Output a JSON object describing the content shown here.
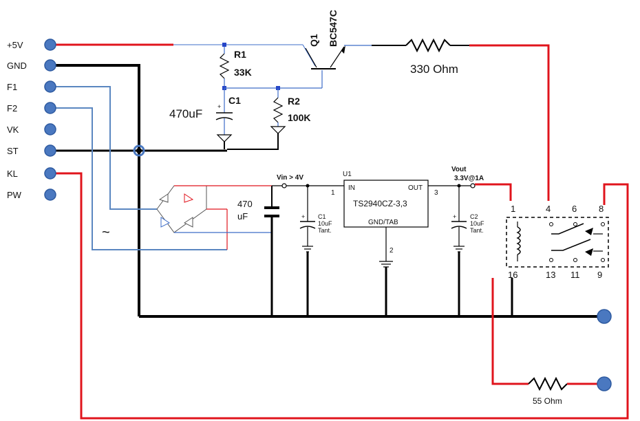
{
  "pins": [
    {
      "label": "+5V"
    },
    {
      "label": "GND"
    },
    {
      "label": "F1"
    },
    {
      "label": "F2"
    },
    {
      "label": "VK"
    },
    {
      "label": "ST"
    },
    {
      "label": "KL"
    },
    {
      "label": "PW"
    }
  ],
  "components": {
    "q1_ref": "Q1",
    "q1_part": "BC547C",
    "r_330": "330 Ohm",
    "r1_ref": "R1",
    "r1_val": "33K",
    "c1_ref": "C1",
    "c1_val": "470uF",
    "r2_ref": "R2",
    "r2_val": "100K",
    "cap_470_line1": "470",
    "cap_470_line2": "uF",
    "ac_symbol": "~",
    "vin_label": "Vin > 4V",
    "u1_ref": "U1",
    "u1_pin_in": "IN",
    "u1_pin_out": "OUT",
    "u1_pin1": "1",
    "u1_pin3": "3",
    "u1_pin2": "2",
    "u1_part": "TS2940CZ-3,3",
    "u1_gnd": "GND/TAB",
    "vout_label": "Vout",
    "vout_value": "3.3V@1A",
    "cin_ref": "C1",
    "cin_val": "10uF",
    "cin_type": "Tant.",
    "cout_ref": "C2",
    "cout_val": "10uF",
    "cout_type": "Tant.",
    "plus_sign": "+",
    "r_55": "55 Ohm"
  },
  "relay": {
    "top_pins": [
      "1",
      "4",
      "6",
      "8"
    ],
    "bottom_pins": [
      "16",
      "13",
      "11",
      "9"
    ]
  },
  "colors": {
    "power": "#e0141c",
    "ground": "#000000",
    "signal": "#5a86c0",
    "pin_dot": "#4a78c0"
  }
}
